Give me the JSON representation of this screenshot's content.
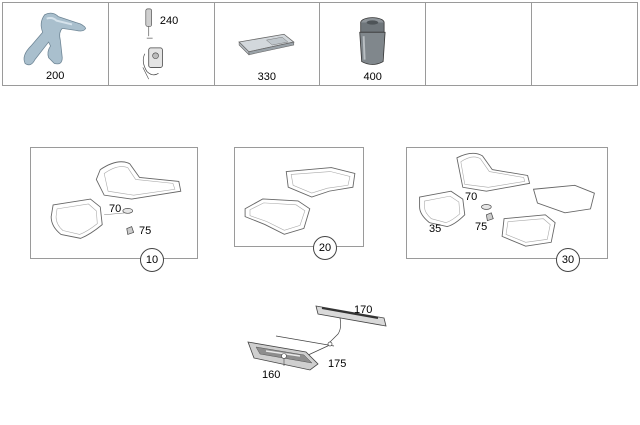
{
  "accessory_strip": {
    "cells": [
      {
        "label": "200"
      },
      {
        "label": "240"
      },
      {
        "label": "330"
      },
      {
        "label": "400"
      },
      {
        "label": ""
      },
      {
        "label": ""
      }
    ]
  },
  "mat_sets": [
    {
      "set_number": "10",
      "callouts": [
        "70",
        "75"
      ]
    },
    {
      "set_number": "20",
      "callouts": []
    },
    {
      "set_number": "30",
      "callouts": [
        "70",
        "35",
        "75"
      ]
    }
  ],
  "sill_assembly": {
    "callouts": [
      "170",
      "175",
      "160"
    ]
  }
}
